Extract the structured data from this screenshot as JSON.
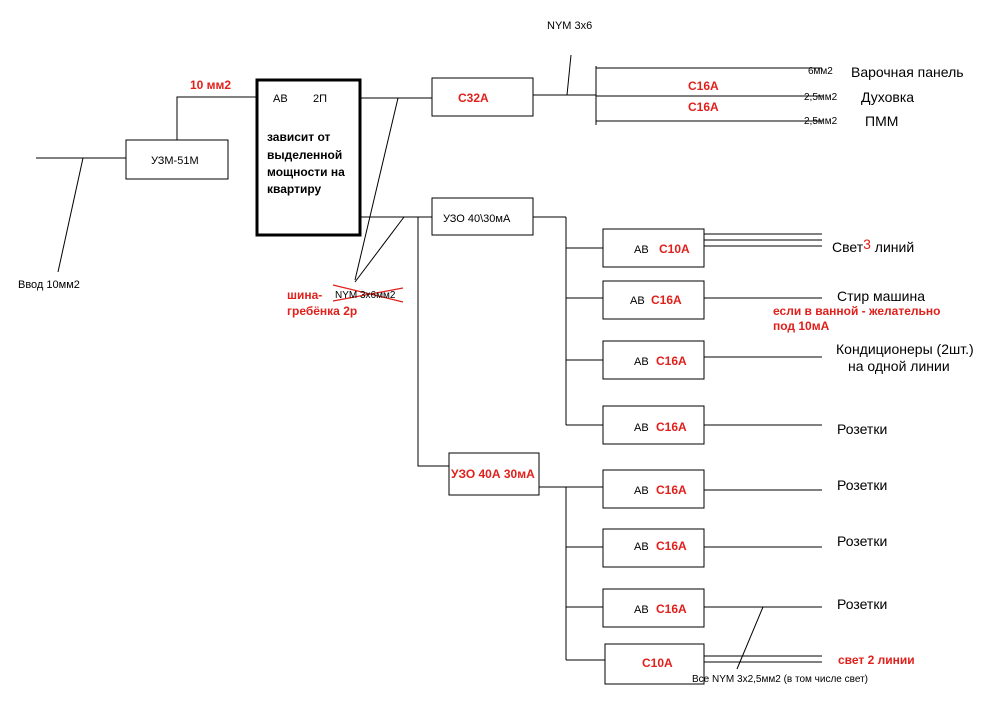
{
  "colors": {
    "line": "#000000",
    "red": "#e0201b"
  },
  "uzm": "УЗМ-51М",
  "input_label": "Ввод 10мм2",
  "input_cable": "10 мм2",
  "main_breaker": {
    "ab": "АВ",
    "poles": "2П",
    "note": [
      "зависит от",
      "выделенной",
      "мощности на",
      "квартиру"
    ]
  },
  "busbar_label": [
    "шина-",
    "гребёнка 2р"
  ],
  "crossed_text": "NYM 3х6мм2",
  "kitchen": {
    "breaker": "С32А",
    "cable": "NYM 3х6",
    "lines": [
      {
        "breaker": "",
        "size": "6мм2",
        "load": "Варочная панель"
      },
      {
        "breaker": "С16А",
        "size": "2,5мм2",
        "load": "Духовка"
      },
      {
        "breaker": "С16А",
        "size": "2,5мм2",
        "load": "ПММ"
      }
    ]
  },
  "rcd1": {
    "label": "УЗО 40\\30мА",
    "branches": [
      {
        "ab": "АВ",
        "rating": "С10А",
        "load_prefix": "Свет",
        "load_num": "3",
        "load_suffix": " линий"
      },
      {
        "ab": "АВ",
        "rating": "С16А",
        "load": "Стир машина",
        "note": [
          "если в ванной - желательно",
          "под 10мА"
        ]
      },
      {
        "ab": "АВ",
        "rating": "С16А",
        "load": [
          "Кондиционеры (2шт.)",
          "на одной линии"
        ]
      },
      {
        "ab": "АВ",
        "rating": "С16А",
        "load": "Розетки"
      }
    ]
  },
  "rcd2": {
    "label": "УЗО 40А 30мА",
    "branches": [
      {
        "ab": "АВ",
        "rating": "С16А",
        "load": "Розетки"
      },
      {
        "ab": "АВ",
        "rating": "С16А",
        "load": "Розетки"
      },
      {
        "ab": "АВ",
        "rating": "С16А",
        "load": "Розетки"
      },
      {
        "ab": "",
        "rating": "С10А",
        "load": "свет 2 линии"
      }
    ]
  },
  "footer_note": "Все NYM 3х2,5мм2 (в том числе свет)"
}
